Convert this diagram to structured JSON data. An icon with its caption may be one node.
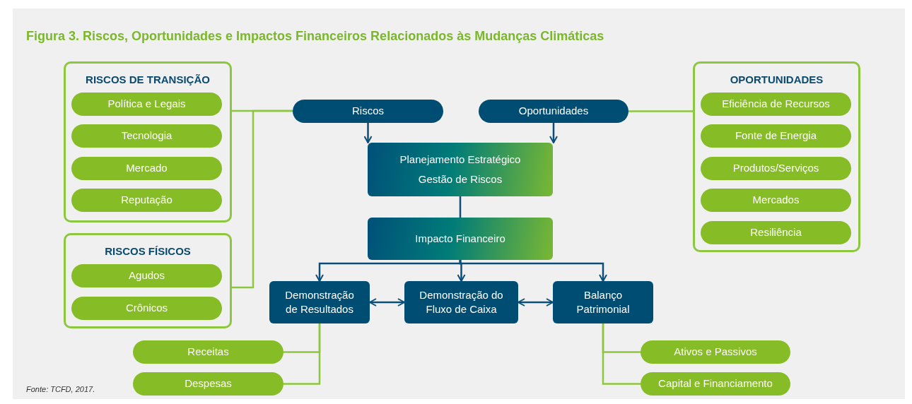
{
  "diagram": {
    "title": "Figura 3. Riscos, Oportunidades e Impactos Financeiros Relacionados às Mudanças Climáticas",
    "nodes": [
      {
        "text": [
          "RISCOS DE TRANSIÇÃO"
        ]
      },
      {
        "text": [
          "Política e Legais"
        ],
        "in": 0
      },
      {
        "text": [
          "Tecnologia"
        ],
        "in": 0
      },
      {
        "text": [
          "Mercado"
        ],
        "in": 0
      },
      {
        "text": [
          "Reputação"
        ],
        "in": 0
      },
      {
        "text": [
          "RISCOS FÍSICOS"
        ]
      },
      {
        "text": [
          "Agudos"
        ],
        "in": 5
      },
      {
        "text": [
          "Crônicos"
        ],
        "in": 5
      },
      {
        "text": [
          "Riscos"
        ]
      },
      {
        "text": [
          "Oportunidades"
        ]
      },
      {
        "text": [
          "Planejamento Estratégico",
          "Gestão de Riscos"
        ]
      },
      {
        "text": [
          "Impacto Financeiro"
        ]
      },
      {
        "text": [
          "Demonstração de Resultados"
        ]
      },
      {
        "text": [
          "Demonstração do Fluxo de Caixa"
        ]
      },
      {
        "text": [
          "Balanço Patrimonial"
        ]
      },
      {
        "text": [
          "OPORTUNIDADES"
        ]
      },
      {
        "text": [
          "Eficiência de Recursos"
        ],
        "in": 15
      },
      {
        "text": [
          "Fonte de Energia"
        ],
        "in": 15
      },
      {
        "text": [
          "Produtos/Serviços"
        ],
        "in": 15
      },
      {
        "text": [
          "Mercados"
        ],
        "in": 15
      },
      {
        "text": [
          "Resiliência"
        ],
        "in": 15
      },
      {
        "text": [
          "Receitas"
        ]
      },
      {
        "text": [
          "Despesas"
        ]
      },
      {
        "text": [
          "Ativos e Passivos"
        ]
      },
      {
        "text": [
          "Capital e Financiamento"
        ]
      }
    ],
    "edges": [
      {
        "from": 0,
        "to": 8,
        "arrow": "none",
        "color": "#8dc63f"
      },
      {
        "from": 5,
        "to": 8,
        "arrow": "none",
        "color": "#8dc63f"
      },
      {
        "from": 15,
        "to": 9,
        "arrow": "none",
        "color": "#8dc63f"
      },
      {
        "from": 8,
        "to": 10,
        "arrow": "to"
      },
      {
        "from": 9,
        "to": 10,
        "arrow": "to"
      },
      {
        "from": 10,
        "to": 11,
        "arrow": "to"
      },
      {
        "from": 11,
        "to": 12,
        "arrow": "to"
      },
      {
        "from": 11,
        "to": 13,
        "arrow": "to"
      },
      {
        "from": 11,
        "to": 14,
        "arrow": "to"
      },
      {
        "from": 12,
        "to": 13,
        "arrow": "both"
      },
      {
        "from": 13,
        "to": 14,
        "arrow": "both"
      },
      {
        "from": 12,
        "to": 21,
        "arrow": "none",
        "color": "#8dc63f"
      },
      {
        "from": 12,
        "to": 22,
        "arrow": "none",
        "color": "#8dc63f"
      },
      {
        "from": 14,
        "to": 23,
        "arrow": "none",
        "color": "#8dc63f"
      },
      {
        "from": 14,
        "to": 24,
        "arrow": "none",
        "color": "#8dc63f"
      }
    ],
    "labels": [
      "Fonte: TCFD, 2017."
    ]
  }
}
